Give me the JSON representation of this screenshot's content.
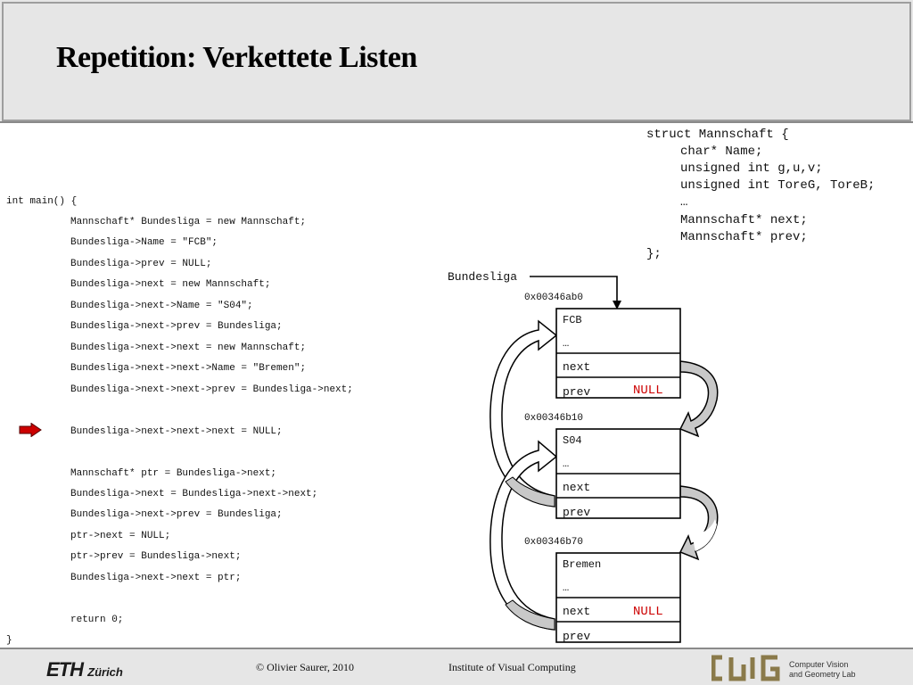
{
  "slide": {
    "title": "Repetition: Verkettete Listen"
  },
  "code": {
    "lines": [
      "int main() {",
      "Mannschaft* Bundesliga = new Mannschaft;",
      "Bundesliga->Name = \"FCB\";",
      "Bundesliga->prev = NULL;",
      "Bundesliga->next = new Mannschaft;",
      "Bundesliga->next->Name = \"S04\";",
      "Bundesliga->next->prev = Bundesliga;",
      "Bundesliga->next->next = new Mannschaft;",
      "Bundesliga->next->next->Name = \"Bremen\";",
      "Bundesliga->next->next->prev = Bundesliga->next;",
      "Bundesliga->next->next->next = NULL;",
      "Mannschaft* ptr = Bundesliga->next;",
      "Bundesliga->next = Bundesliga->next->next;",
      "Bundesliga->next->prev = Bundesliga;",
      "ptr->next = NULL;",
      "ptr->prev = Bundesliga->next;",
      "Bundesliga->next->next = ptr;",
      "return 0;",
      "}"
    ],
    "current_line_indicator": "red-arrow-icon"
  },
  "struct_def": {
    "lines": [
      "struct Mannschaft {",
      "char* Name;",
      "unsigned int g,u,v;",
      "unsigned int ToreG, ToreB;",
      "…",
      "Mannschaft* next;",
      "Mannschaft* prev;",
      "};"
    ]
  },
  "diagram": {
    "head_label": "Bundesliga",
    "nodes": [
      {
        "address": "0x00346ab0",
        "name": "FCB",
        "ellipsis": "…",
        "next": "next",
        "prev": "prev",
        "next_value": "",
        "prev_value": "NULL"
      },
      {
        "address": "0x00346b10",
        "name": "S04",
        "ellipsis": "…",
        "next": "next",
        "prev": "prev",
        "next_value": "",
        "prev_value": ""
      },
      {
        "address": "0x00346b70",
        "name": "Bremen",
        "ellipsis": "…",
        "next": "next",
        "prev": "prev",
        "next_value": "NULL",
        "prev_value": ""
      }
    ],
    "null_color": "#cc0000",
    "arrow_fill": "#c8c8c8"
  },
  "footer": {
    "eth_logo": "ETH",
    "eth_logo_sub": "Zürich",
    "copyright": "© Olivier Saurer, 2010",
    "institute": "Institute of Visual Computing",
    "lab_logo": "CVG",
    "lab_name_line1": "Computer Vision",
    "lab_name_line2": "and Geometry Lab"
  },
  "colors": {
    "header_bg": "#e6e6e6",
    "indicator": "#cc0000"
  }
}
